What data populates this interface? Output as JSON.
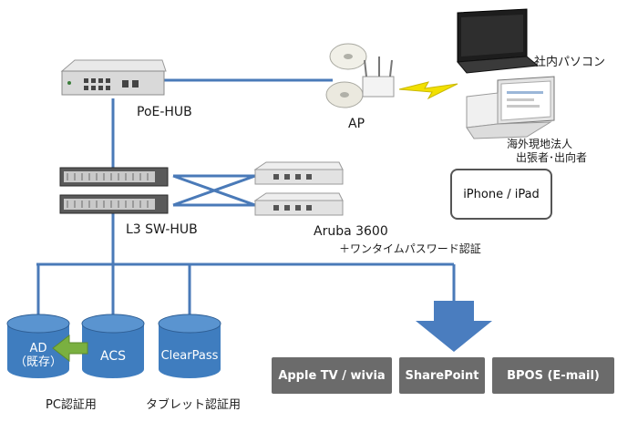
{
  "labels": {
    "poe_hub": "PoE-HUB",
    "ap": "AP",
    "shanai_pc": "社内パソコン",
    "overseas_line1": "海外現地法人",
    "overseas_line2": "出張者･出向者",
    "iphone_ipad": "iPhone / iPad",
    "l3_sw_hub": "L3 SW-HUB",
    "aruba": "Aruba 3600",
    "otp": "＋ワンタイムパスワード認証",
    "pc_auth": "PC認証用",
    "tablet_auth": "タブレット認証用"
  },
  "databases": {
    "ad_line1": "AD",
    "ad_line2": "（既存）",
    "acs": "ACS",
    "clearpass": "ClearPass"
  },
  "services": {
    "apple_tv": "Apple TV / wivia",
    "sharepoint": "SharePoint",
    "bpos": "BPOS (E-mail)"
  },
  "colors": {
    "link_line": "#4a7ab8",
    "database_fill": "#3f7dbf",
    "arrow_fill": "#4a7dbf",
    "service_box": "#6b6b6b",
    "wireless_bolt": "#f2e000",
    "green_arrow": "#7ab040"
  }
}
